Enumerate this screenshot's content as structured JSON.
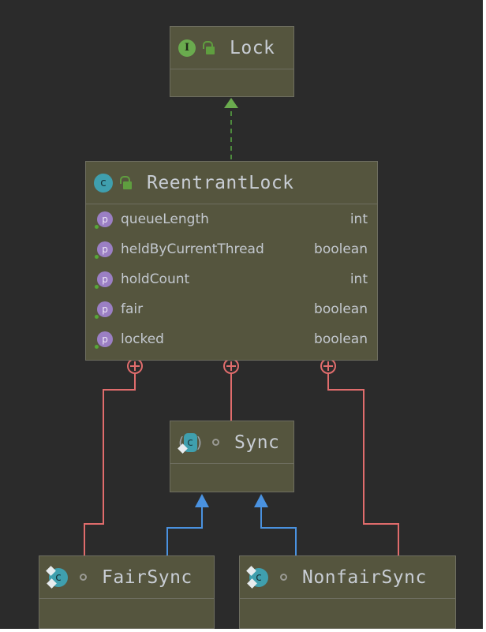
{
  "diagram": {
    "kind": "uml-class-diagram",
    "background_color": "#2b2b2b",
    "node_fill_color": "#55553e",
    "node_border_color": "#6e6e60",
    "text_color": "#c8cdd4",
    "realization_color": "#6aab4e",
    "generalization_color": "#4a92e0",
    "inner_class_color": "#e06c6c"
  },
  "nodes": {
    "lock": {
      "title": "Lock",
      "stereotype_icon": "interface-icon",
      "stereotype_letter": "I",
      "modifier_icon": "unlock-icon",
      "members": []
    },
    "reentrant_lock": {
      "title": "ReentrantLock",
      "stereotype_icon": "class-icon",
      "stereotype_letter": "c",
      "modifier_icon": "unlock-icon",
      "members": [
        {
          "icon": "property-icon",
          "letter": "p",
          "name": "queueLength",
          "type": "int"
        },
        {
          "icon": "property-icon",
          "letter": "p",
          "name": "heldByCurrentThread",
          "type": "boolean"
        },
        {
          "icon": "property-icon",
          "letter": "p",
          "name": "holdCount",
          "type": "int"
        },
        {
          "icon": "property-icon",
          "letter": "p",
          "name": "fair",
          "type": "boolean"
        },
        {
          "icon": "property-icon",
          "letter": "p",
          "name": "locked",
          "type": "boolean"
        }
      ]
    },
    "sync": {
      "title": "Sync",
      "stereotype_icon": "abstract-class-icon",
      "stereotype_letter": "c",
      "visibility_icon": "package-private-icon",
      "members": []
    },
    "fair_sync": {
      "title": "FairSync",
      "stereotype_icon": "final-class-icon",
      "stereotype_letter": "c",
      "visibility_icon": "package-private-icon",
      "members": []
    },
    "nonfair_sync": {
      "title": "NonfairSync",
      "stereotype_icon": "final-class-icon",
      "stereotype_letter": "c",
      "visibility_icon": "package-private-icon",
      "members": []
    }
  },
  "edges": [
    {
      "from": "reentrant_lock",
      "to": "lock",
      "type": "realization",
      "style": "dashed",
      "arrow": "closed-triangle",
      "color": "#6aab4e"
    },
    {
      "from": "fair_sync",
      "to": "sync",
      "type": "generalization",
      "style": "solid",
      "arrow": "closed-triangle",
      "color": "#4a92e0"
    },
    {
      "from": "nonfair_sync",
      "to": "sync",
      "type": "generalization",
      "style": "solid",
      "arrow": "closed-triangle",
      "color": "#4a92e0"
    },
    {
      "from": "reentrant_lock",
      "to": "fair_sync",
      "type": "inner-class",
      "style": "solid",
      "arrow": "circle-plus",
      "color": "#e06c6c"
    },
    {
      "from": "reentrant_lock",
      "to": "sync",
      "type": "inner-class",
      "style": "solid",
      "arrow": "circle-plus",
      "color": "#e06c6c"
    },
    {
      "from": "reentrant_lock",
      "to": "nonfair_sync",
      "type": "inner-class",
      "style": "solid",
      "arrow": "circle-plus",
      "color": "#e06c6c"
    }
  ]
}
